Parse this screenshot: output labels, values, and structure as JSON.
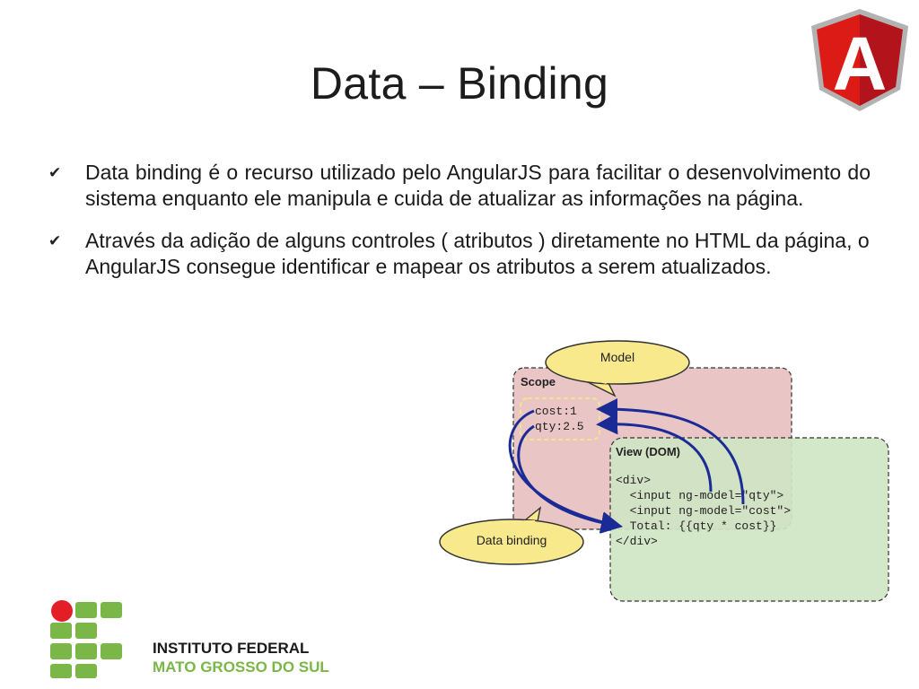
{
  "slide": {
    "title": "Data – Binding"
  },
  "bullets": [
    {
      "icon": "checkmark-icon",
      "text": "Data binding é o recurso utilizado pelo AngularJS para facilitar o desenvolvimento do sistema enquanto ele manipula e cuida de atualizar as informações na página."
    },
    {
      "icon": "checkmark-icon",
      "text": "Através da adição de alguns controles ( atributos ) diretamente no HTML da página, o AngularJS consegue identificar e mapear os atributos a serem atualizados."
    }
  ],
  "diagram": {
    "scope_label": "Scope",
    "model_callout": "Model",
    "binding_callout": "Data binding",
    "view_label": "View (DOM)",
    "scope_lines": [
      "cost:1",
      "qty:2.5"
    ],
    "view_lines": [
      "<div>",
      "  <input ng-model=\"qty\">",
      "  <input ng-model=\"cost\">",
      "  Total: {{qty * cost}}",
      "</div>"
    ],
    "colors": {
      "scope_fill": "#e9c5c5",
      "view_fill": "#cfe5c4",
      "callout_fill": "#f7e98c",
      "arrow": "#1a2b96"
    }
  },
  "logo": {
    "line1": "INSTITUTO FEDERAL",
    "line2": "MATO GROSSO DO SUL",
    "colors": {
      "green": "#7ab648",
      "red": "#e41e26",
      "text_dark": "#1a1a1a"
    }
  },
  "angular_logo": {
    "letter": "A",
    "colors": {
      "red": "#dd1b16",
      "dark_red": "#b3141b",
      "silver": "#b2b2b2"
    }
  }
}
